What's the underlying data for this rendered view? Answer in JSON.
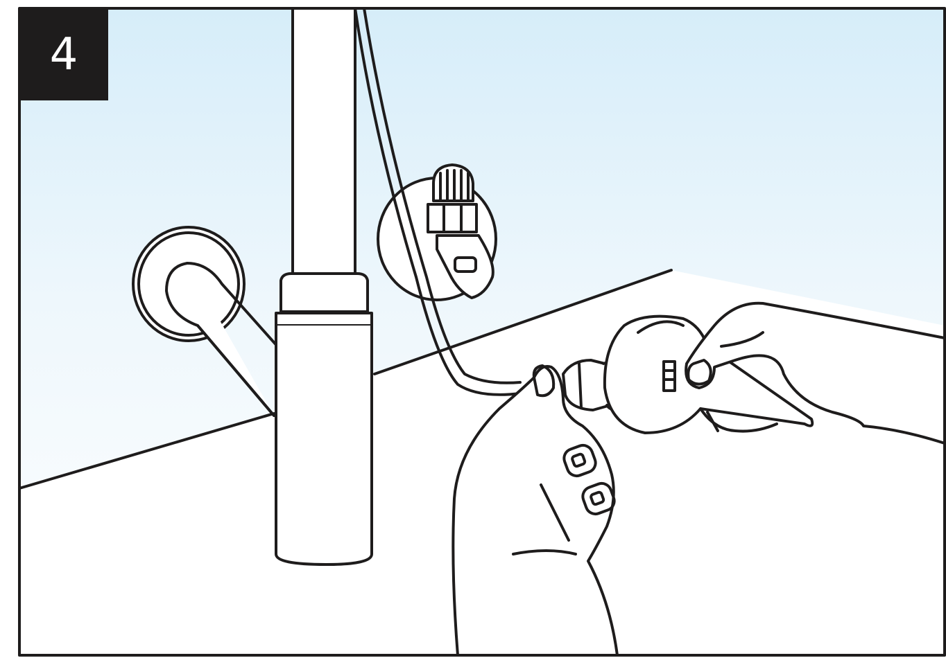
{
  "step": {
    "number": "4"
  },
  "colors": {
    "outline": "#1e1c1c",
    "sky_top": "#d9eef9",
    "sky_bottom": "#ffffff",
    "badge_bg": "#1e1c1c",
    "badge_text": "#ffffff"
  },
  "scene": {
    "elements": [
      "drain-pipe",
      "wall-flange",
      "shutoff-valve",
      "supply-hose",
      "wrench",
      "left-hand",
      "right-hand",
      "cabinet-edge"
    ]
  }
}
